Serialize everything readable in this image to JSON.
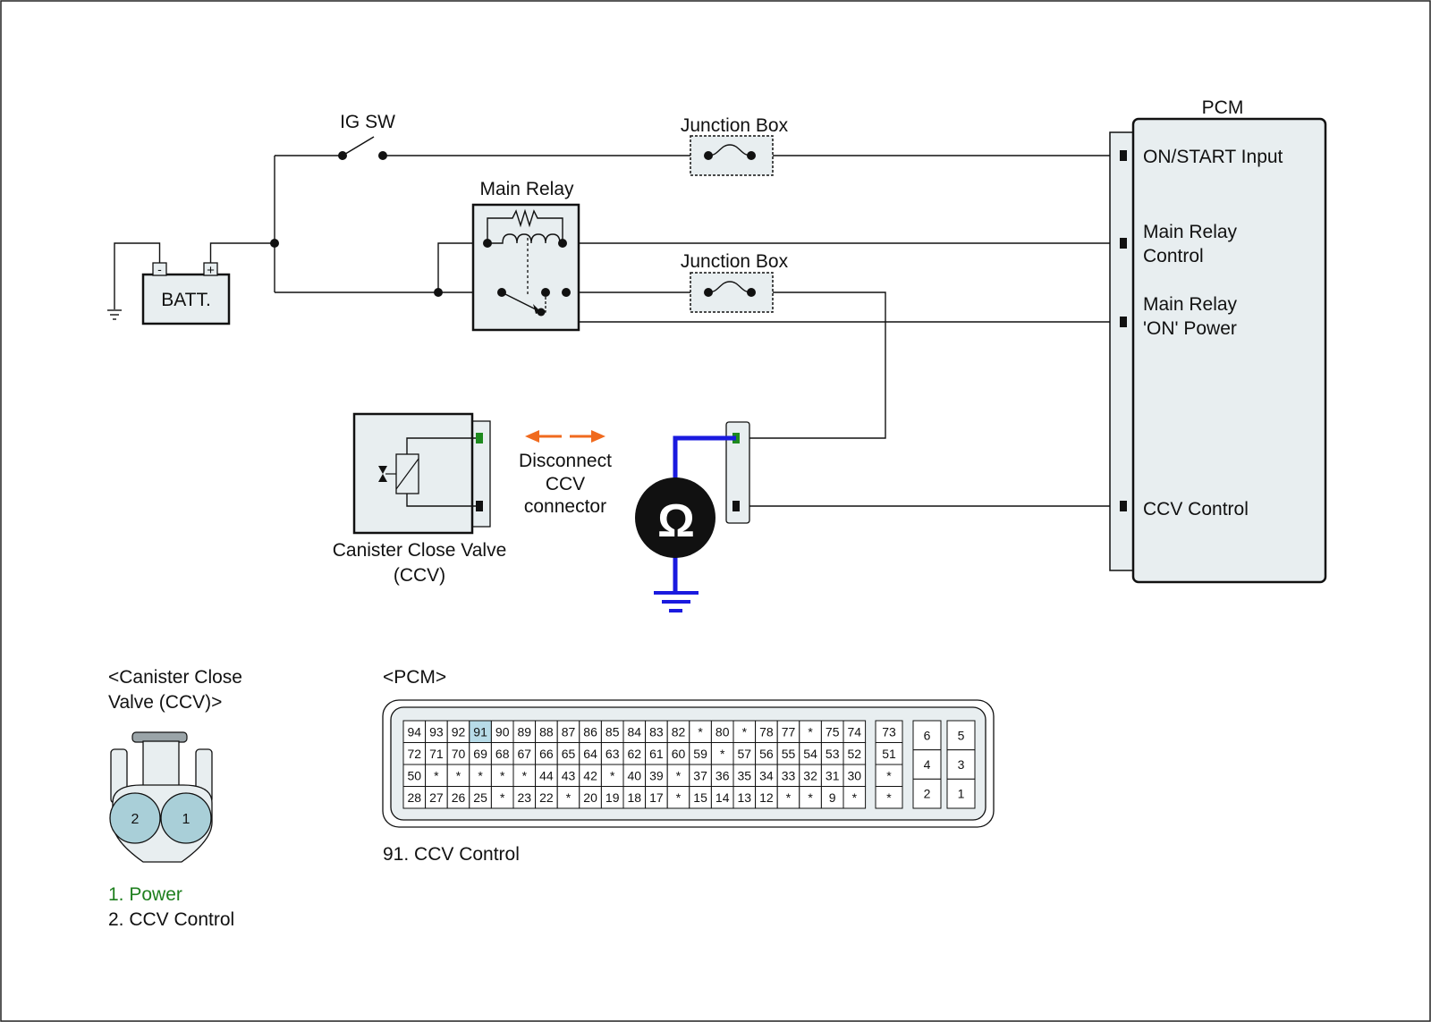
{
  "labels": {
    "ig_sw": "IG SW",
    "junction_box_1": "Junction Box",
    "junction_box_2": "Junction Box",
    "main_relay": "Main Relay",
    "batt": "BATT.",
    "batt_minus": "-",
    "batt_plus": "+",
    "pcm": "PCM",
    "pcm_on_start": "ON/START Input",
    "pcm_main_relay_control_1": "Main Relay",
    "pcm_main_relay_control_2": "Control",
    "pcm_main_relay_power_1": "Main Relay",
    "pcm_main_relay_power_2": "'ON' Power",
    "pcm_ccv_control": "CCV Control",
    "disconnect_1": "Disconnect",
    "disconnect_2": "CCV",
    "disconnect_3": "connector",
    "ccv_name_1": "Canister Close Valve",
    "ccv_name_2": "(CCV)",
    "ohm_symbol": "Ω"
  },
  "ccv_connector": {
    "title_1": "<Canister Close",
    "title_2": "Valve (CCV)>",
    "pins": [
      "2",
      "1"
    ],
    "legend": [
      {
        "text": "1. Power",
        "color": "#1e7f1e"
      },
      {
        "text": "2. CCV Control",
        "color": "#111111"
      }
    ]
  },
  "pcm_connector": {
    "title": "<PCM>",
    "highlight_pin": "91",
    "highlight_color": "#b7dbe8",
    "rows": [
      [
        "94",
        "93",
        "92",
        "91",
        "90",
        "89",
        "88",
        "87",
        "86",
        "85",
        "84",
        "83",
        "82",
        "*",
        "80",
        "*",
        "78",
        "77",
        "*",
        "75",
        "74"
      ],
      [
        "72",
        "71",
        "70",
        "69",
        "68",
        "67",
        "66",
        "65",
        "64",
        "63",
        "62",
        "61",
        "60",
        "59",
        "*",
        "57",
        "56",
        "55",
        "54",
        "53",
        "52"
      ],
      [
        "50",
        "*",
        "*",
        "*",
        "*",
        "*",
        "44",
        "43",
        "42",
        "*",
        "40",
        "39",
        "*",
        "37",
        "36",
        "35",
        "34",
        "33",
        "32",
        "31",
        "30"
      ],
      [
        "28",
        "27",
        "26",
        "25",
        "*",
        "23",
        "22",
        "*",
        "20",
        "19",
        "18",
        "17",
        "*",
        "15",
        "14",
        "13",
        "12",
        "*",
        "*",
        "9",
        "*"
      ]
    ],
    "side_column": [
      "73",
      "51",
      "*",
      "*"
    ],
    "block_left": [
      "6",
      "4",
      "2"
    ],
    "block_right": [
      "5",
      "3",
      "1"
    ],
    "caption": "91. CCV Control"
  },
  "colors": {
    "meter_wire": "#1a1adf",
    "power_terminal": "#1e8a1e",
    "arrow": "#f06a1e",
    "fill": "#e8eef0"
  }
}
